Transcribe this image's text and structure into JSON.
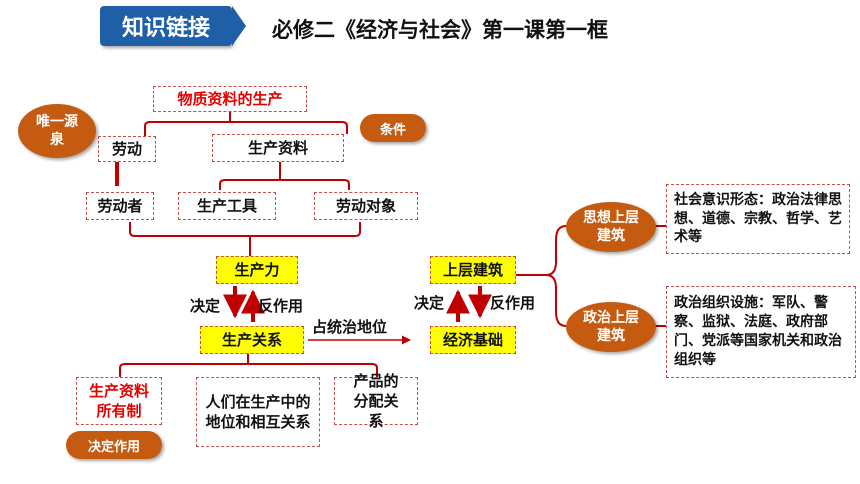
{
  "header": {
    "badge": "知识链接",
    "title": "必修二《经济与社会》第一课第一框"
  },
  "nodes": {
    "material_production": "物质资料的生产",
    "labor": "劳动",
    "means_of_production": "生产资料",
    "laborer": "劳动者",
    "tools": "生产工具",
    "objects": "劳动对象",
    "productivity": "生产力",
    "relations": "生产关系",
    "superstructure": "上层建筑",
    "economic_base": "经济基础",
    "ownership": "生产资料所有制",
    "status": "人们在生产中的地位和相互关系",
    "distribution": "产品的分配关系",
    "ideology_text": "社会意识形态：政治法律思想、道德、宗教、哲学、艺术等",
    "political_text": "政治组织设施：军队、警察、监狱、法庭、政府部门、党派等国家机关和政治组织等"
  },
  "tags": {
    "only_source": "唯一源泉",
    "condition": "条件",
    "decisive": "决定作用",
    "ideological_super": "思想上层建筑",
    "political_super": "政治上层建筑"
  },
  "labels": {
    "decides_1": "决定",
    "reacts_1": "反作用",
    "dominant": "占统治地位",
    "decides_2": "决定",
    "reacts_2": "反作用"
  },
  "colors": {
    "badge": "#1f5fa8",
    "oval": "#c55a11",
    "arrow": "#c00000",
    "highlight": "#ffff00",
    "dashed_border": "#c0504d"
  }
}
